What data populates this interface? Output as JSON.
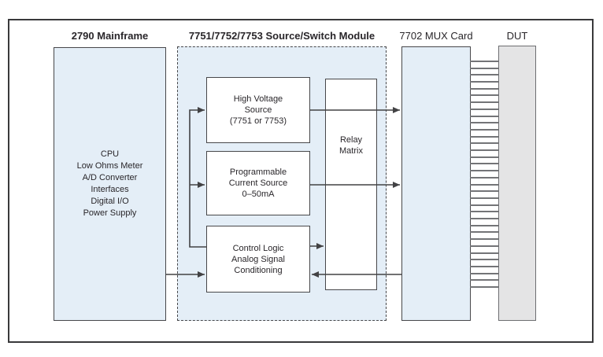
{
  "mainframe": {
    "label": "2790 Mainframe",
    "lines": [
      "CPU",
      "Low Ohms Meter",
      "A/D Converter",
      "Interfaces",
      "Digital I/O",
      "Power Supply"
    ]
  },
  "source_switch_module": {
    "label": "7751/7752/7753 Source/Switch Module",
    "high_voltage_source": {
      "lines": [
        "High Voltage",
        "Source",
        "(7751 or 7753)"
      ]
    },
    "programmable_current_source": {
      "lines": [
        "Programmable",
        "Current Source",
        "0–50mA"
      ]
    },
    "control_logic": {
      "lines": [
        "Control Logic",
        "Analog Signal",
        "Conditioning"
      ]
    },
    "relay_matrix": {
      "lines": [
        "Relay",
        "Matrix"
      ]
    }
  },
  "mux_card": {
    "label": "7702 MUX Card"
  },
  "dut": {
    "label": "DUT"
  },
  "ribbon": {
    "wire_count": 34
  },
  "colors": {
    "panel_fill": "#e4eef7",
    "dut_fill": "#e4e4e5",
    "border": "#47474a",
    "connection_line": "#424244",
    "ribbon_line": "#737477"
  }
}
